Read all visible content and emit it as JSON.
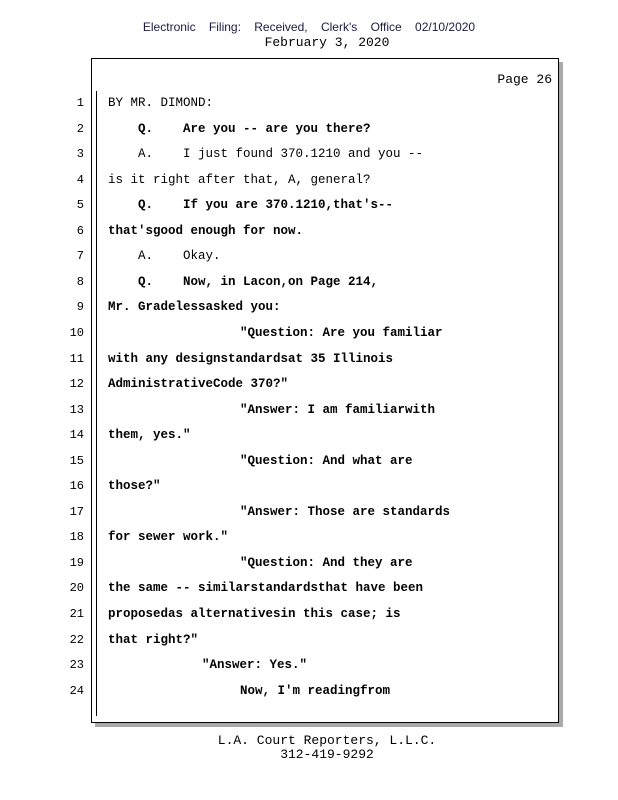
{
  "header": {
    "stamp": "Electronic Filing: Received, Clerk's Office 02/10/2020",
    "date": "February 3, 2020"
  },
  "page_label": "Page 26",
  "lines": [
    {
      "n": "1",
      "text": "BY MR. DIMOND:",
      "indent": 0,
      "bold": false
    },
    {
      "n": "2",
      "text": "Q.    Are you -- are you there?",
      "indent": 1,
      "bold": true
    },
    {
      "n": "3",
      "text": "A.    I just found 370.1210 and you --",
      "indent": 1,
      "bold": false
    },
    {
      "n": "4",
      "text": "is it right after that, A, general?",
      "indent": 0,
      "bold": false
    },
    {
      "n": "5",
      "text": "Q.    If you are 370.1210,that's--",
      "indent": 1,
      "bold": true
    },
    {
      "n": "6",
      "text": "that'sgood enough for now.",
      "indent": 0,
      "bold": true
    },
    {
      "n": "7",
      "text": "A.    Okay.",
      "indent": 1,
      "bold": false
    },
    {
      "n": "8",
      "text": "Q.    Now, in Lacon,on Page 214,",
      "indent": 1,
      "bold": true
    },
    {
      "n": "9",
      "text": "Mr. Gradelessasked you:",
      "indent": 0,
      "bold": true
    },
    {
      "n": "10",
      "text": "\"Question: Are you familiar",
      "indent": 2,
      "bold": true
    },
    {
      "n": "11",
      "text": "with any designstandardsat 35 Illinois",
      "indent": 0,
      "bold": true
    },
    {
      "n": "12",
      "text": "AdministrativeCode 370?\"",
      "indent": 0,
      "bold": true
    },
    {
      "n": "13",
      "text": "\"Answer: I am familiarwith",
      "indent": 2,
      "bold": true
    },
    {
      "n": "14",
      "text": "them, yes.\"",
      "indent": 0,
      "bold": true
    },
    {
      "n": "15",
      "text": "\"Question: And what are",
      "indent": 2,
      "bold": true
    },
    {
      "n": "16",
      "text": "those?\"",
      "indent": 0,
      "bold": true
    },
    {
      "n": "17",
      "text": "\"Answer: Those are standards",
      "indent": 2,
      "bold": true
    },
    {
      "n": "18",
      "text": "for sewer work.\"",
      "indent": 0,
      "bold": true
    },
    {
      "n": "19",
      "text": "\"Question: And they are",
      "indent": 2,
      "bold": true
    },
    {
      "n": "20",
      "text": "the same -- similarstandardsthat have been",
      "indent": 0,
      "bold": true
    },
    {
      "n": "21",
      "text": "proposedas alternativesin this case; is",
      "indent": 0,
      "bold": true
    },
    {
      "n": "22",
      "text": "that right?\"",
      "indent": 0,
      "bold": true
    },
    {
      "n": "23",
      "text": "\"Answer: Yes.\"",
      "indent": 3,
      "bold": true
    },
    {
      "n": "24",
      "text": "Now, I'm readingfrom",
      "indent": 2,
      "bold": true
    }
  ],
  "footer": {
    "company": "L.A. Court Reporters, L.L.C.",
    "phone": "312-419-9292"
  }
}
